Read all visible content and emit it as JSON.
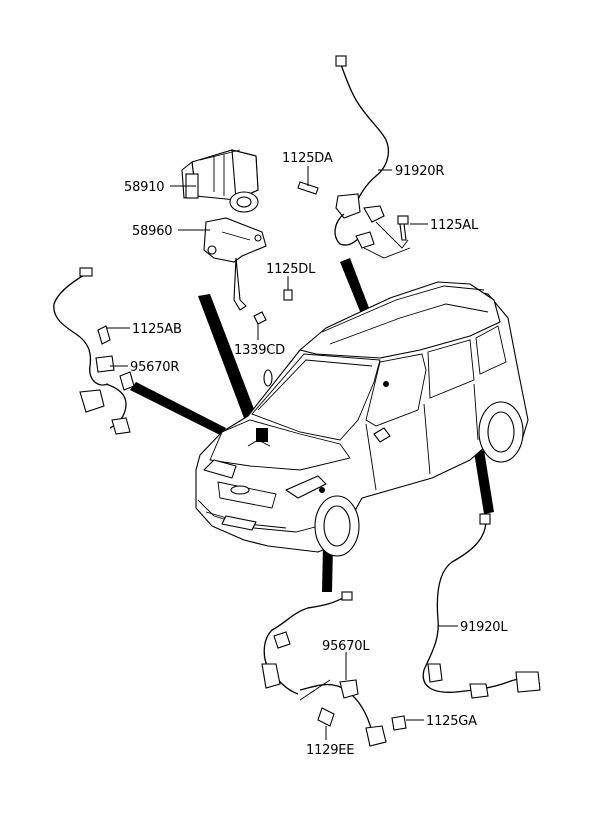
{
  "labels": {
    "p58910": "58910",
    "p58960": "58960",
    "p1125DA": "1125DA",
    "p91920R": "91920R",
    "p1125AL": "1125AL",
    "p1125DL": "1125DL",
    "p1125AB": "1125AB",
    "p95670R": "95670R",
    "p1339CD": "1339CD",
    "p95670L": "95670L",
    "p91920L": "91920L",
    "p1125GA": "1125GA",
    "p1129EE": "1129EE"
  }
}
